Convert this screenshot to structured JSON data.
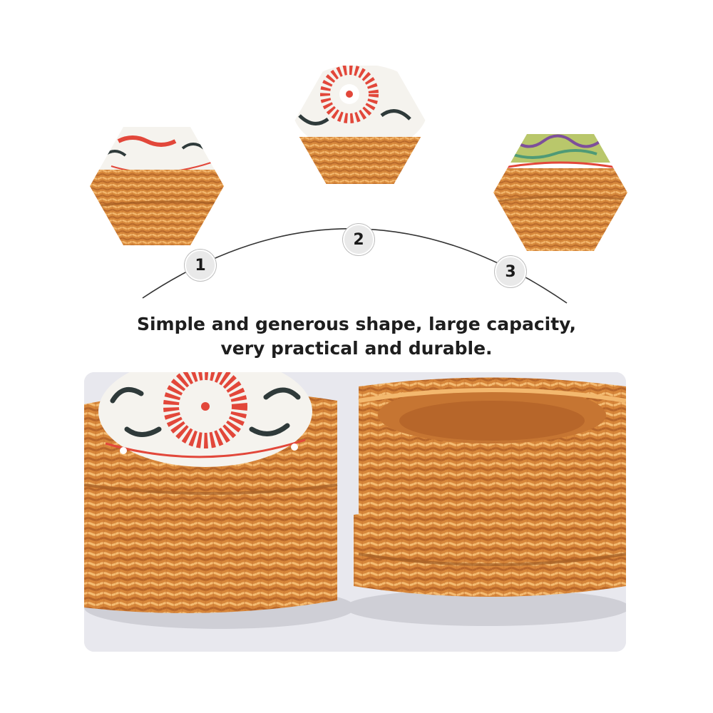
{
  "steps": [
    {
      "number": "1"
    },
    {
      "number": "2"
    },
    {
      "number": "3"
    }
  ],
  "caption": {
    "line1": "Simple and generous shape, large capacity,",
    "line2": "very practical and durable."
  },
  "colors": {
    "rattan": "#d9883a",
    "rattan_dark": "#b8672a",
    "rattan_light": "#f0b466",
    "ceramic": "#f5f3ee",
    "flower_red": "#e2473a",
    "ink": "#2f3a3a",
    "badge_bg": "#e9e9e9",
    "text": "#1e1e1e"
  }
}
